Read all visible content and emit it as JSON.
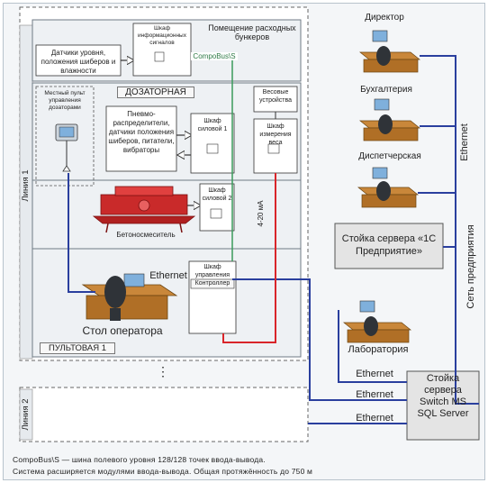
{
  "zones": {
    "expendable_bins_room": "Помещение расходных бункеров",
    "batching_room": "ДОЗАТОРНАЯ",
    "operator_room": "ПУЛЬТОВАЯ 1",
    "line_1": "Линия 1",
    "line_2": "Линия 2"
  },
  "devices": {
    "level_sensors": "Датчики уровня, положения шиберов и влажности",
    "info_cabinet": "Шкаф информационных сигналов",
    "local_console": "Местный пульт управления дозаторами",
    "pneumo_block": "Пневмо- распределители, датчики положения шиберов, питатели, вибраторы",
    "power_cabinet_1": "Шкаф силовой 1",
    "weighing_devices": "Весовые устройства",
    "weighing_cabinet": "Шкаф измерения веса",
    "power_cabinet_2": "Шкаф силовой 2",
    "concrete_mixer": "Бетоносмеситель",
    "control_cabinet": "Шкаф управления",
    "controller": "Контроллер",
    "operator_desk": "Стол оператора"
  },
  "links": {
    "compobus": "CompoBus\\S",
    "current_loop": "4-20 мА",
    "ethernet": "Ethernet",
    "enterprise_network": "Сеть предприятия",
    "ellipsis": "⋮"
  },
  "stations": {
    "director": "Директор",
    "accounting": "Бухгалтерия",
    "dispatch": "Диспетчерская",
    "laboratory": "Лаборатория"
  },
  "servers": {
    "server_1c": "Стойка сервера «1С Предприятие»",
    "server_switch": "Стойка сервера Switch MS SQL Server"
  },
  "caption": {
    "line1": "CompoBus\\S — шина полевого уровня 128/128 точек ввода-вывода.",
    "line2": "Система расширяется модулями ввода-вывода. Общая протяжённость до 750 м"
  },
  "colors": {
    "ethernet": "#2a3f9e",
    "compobus": "#3a9a5b",
    "current_loop": "#d9252a",
    "room_fill": "#eef1f4",
    "room_border": "#6f7a84"
  }
}
